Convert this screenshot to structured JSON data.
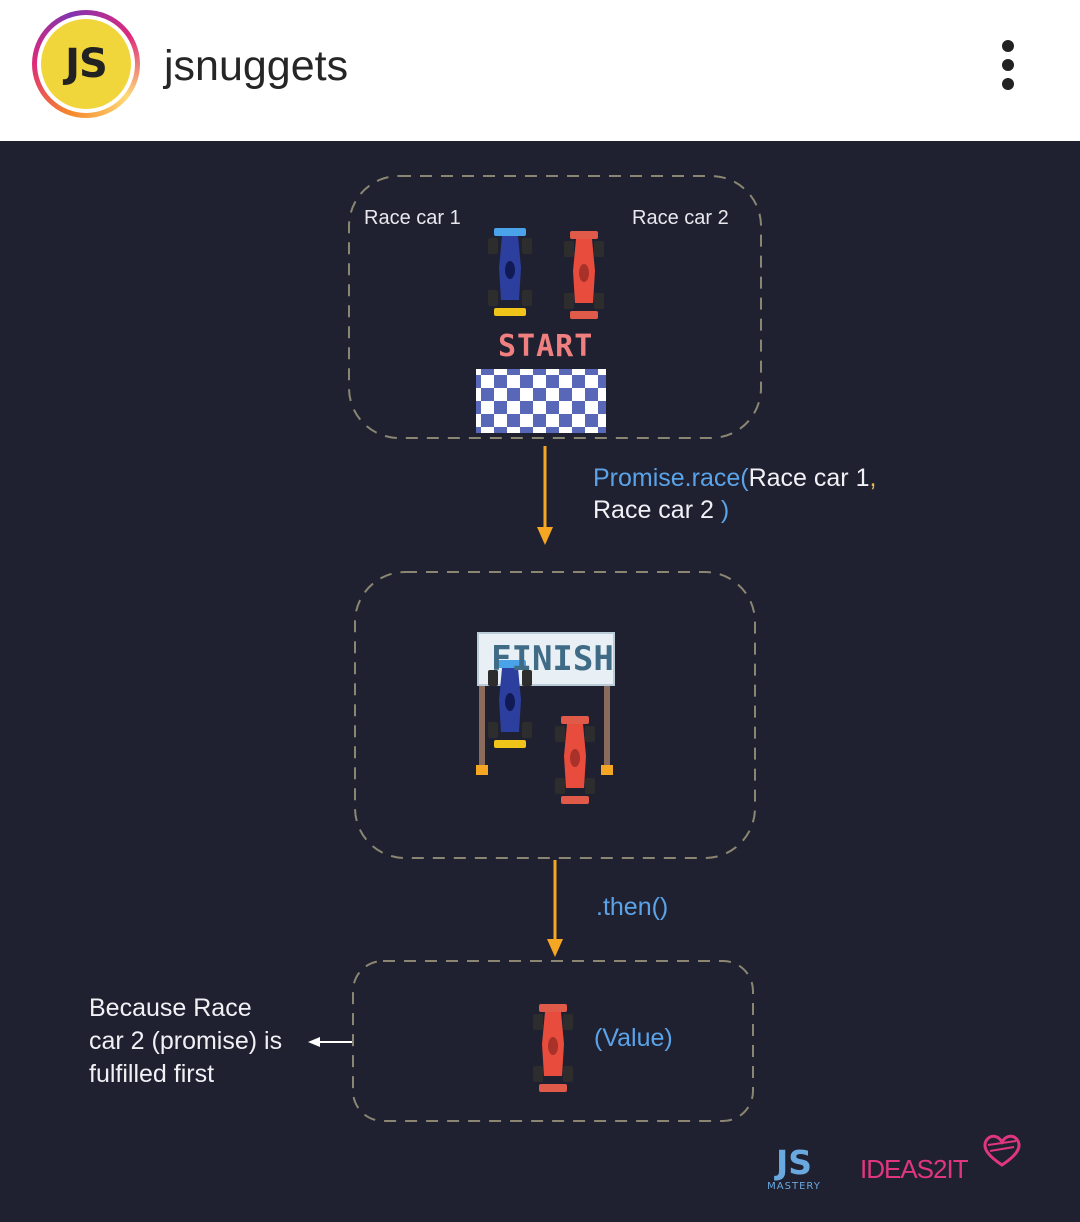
{
  "header": {
    "avatar_text": "JS",
    "username": "jsnuggets",
    "more_icon": "more-vertical-icon"
  },
  "post": {
    "top_box": {
      "car1_label": "Race car 1",
      "car2_label": "Race car 2",
      "start_label": "START"
    },
    "code": {
      "fn": "Promise.race(",
      "arg1": "Race car 1",
      "comma": ",",
      "arg2": "Race car 2",
      "close": " )"
    },
    "middle_box": {
      "finish_label": "FINISH"
    },
    "then_label": ".then()",
    "bottom_box": {
      "value_label": "(Value)"
    },
    "because_text": "Because Race car 2 (promise) is fulfilled first",
    "logos": {
      "jsm_main": "JS",
      "jsm_sub": "MASTERY",
      "ideas": "IDEAS2IT"
    },
    "colors": {
      "background": "#1f2130",
      "accent_blue": "#5ba3e8",
      "arrow_orange": "#f5a623",
      "car_red": "#e74c3c",
      "car_blue": "#2c3e9e"
    }
  }
}
